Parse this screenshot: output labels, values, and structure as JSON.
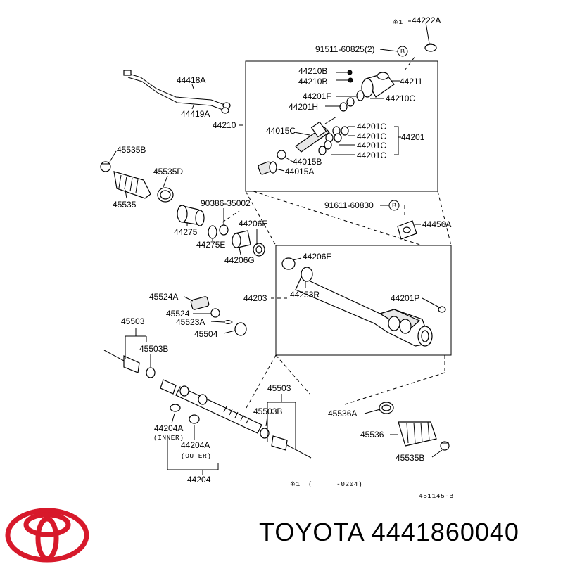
{
  "brand": {
    "name": "TOYOTA",
    "part_number": "4441860040",
    "logo_color": "#d7192b"
  },
  "labels": {
    "p44222A": "44222A",
    "note_mark": "※1",
    "p91511": "91511-60825(2)",
    "p44210B_1": "44210B",
    "p44210B_2": "44210B",
    "p44211": "44211",
    "p44201F": "44201F",
    "p44210C": "44210C",
    "p44201H": "44201H",
    "p44418A": "44418A",
    "p44419A": "44419A",
    "p44210": "44210",
    "p44015C": "44015C",
    "p44201C_1": "44201C",
    "p44201C_2": "44201C",
    "p44201C_3": "44201C",
    "p44201C_4": "44201C",
    "p44201": "44201",
    "p44015B": "44015B",
    "p44015A": "44015A",
    "p45535B_top": "45535B",
    "p45535D": "45535D",
    "p45535": "45535",
    "p90386": "90386-35002",
    "p91611": "91611-60830",
    "p44206E_top": "44206E",
    "p44456A": "44456A",
    "p44275": "44275",
    "p44275E": "44275E",
    "p44206G": "44206G",
    "p44206E_box": "44206E",
    "p44253R": "44253R",
    "p44203": "44203",
    "p44201P": "44201P",
    "p45524A": "45524A",
    "p45524": "45524",
    "p45523A": "45523A",
    "p45504": "45504",
    "p45503_left": "45503",
    "p45503B_left": "45503B",
    "p45503_right": "45503",
    "p45503B_right": "45503B",
    "p45536A": "45536A",
    "p45536": "45536",
    "p45535B_bottom": "45535B",
    "p44204A_inner": "44204A",
    "inner_note": "(INNER)",
    "p44204A_outer": "44204A",
    "outer_note": "(OUTER)",
    "p44204": "44204",
    "footnote_mark": "※1",
    "footnote_open": "(",
    "footnote_range": "-0204)",
    "diagram_code": "451145-B",
    "circle_b": "B"
  }
}
